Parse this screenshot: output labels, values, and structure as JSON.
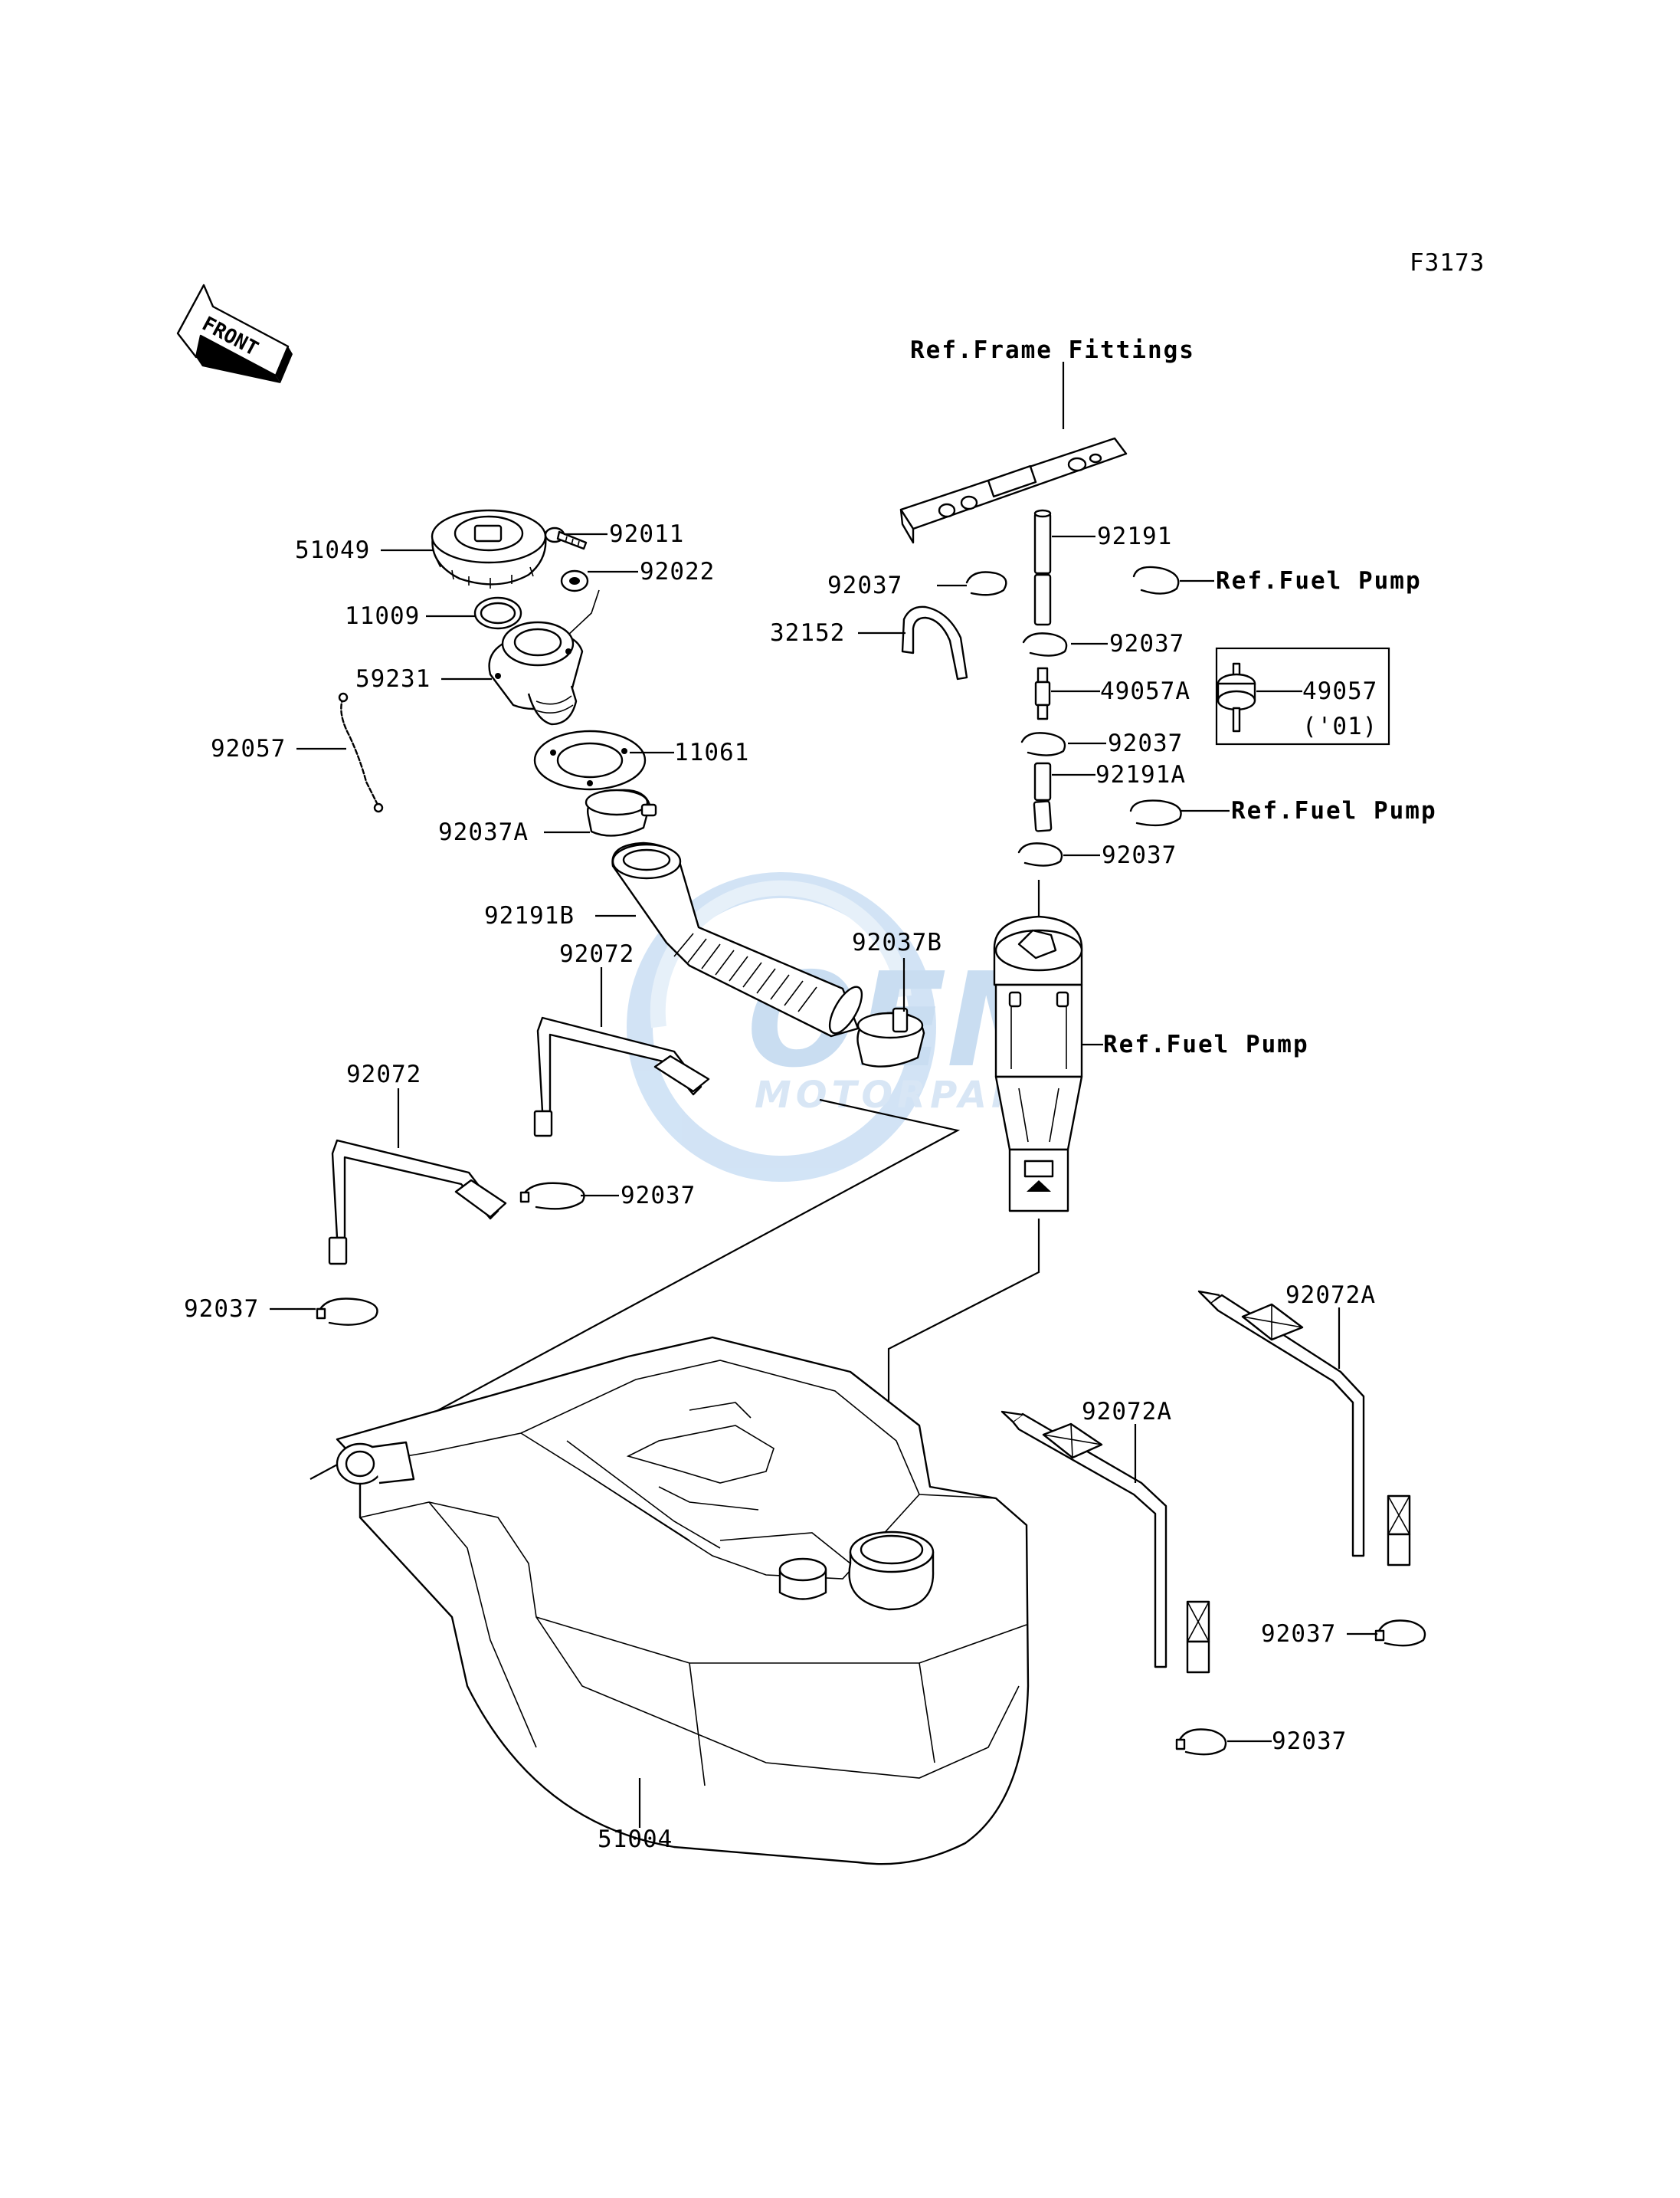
{
  "figure_code": "F3173",
  "front_arrow": {
    "label": "FRONT",
    "icon": "front-direction-arrow-icon"
  },
  "watermark": {
    "brand": "OEM",
    "sub": "MOTORPARTS",
    "color": "#6fa8dc"
  },
  "labels": {
    "ref_frame_fittings": "Ref.Frame Fittings",
    "ref_fuel_pump_1": "Ref.Fuel Pump",
    "ref_fuel_pump_2": "Ref.Fuel Pump",
    "ref_fuel_pump_3": "Ref.Fuel Pump",
    "p51049": "51049",
    "p92011": "92011",
    "p92022": "92022",
    "p11009": "11009",
    "p59231": "59231",
    "p92057": "92057",
    "p11061": "11061",
    "p92037A": "92037A",
    "p92191B": "92191B",
    "p92072_a": "92072",
    "p92072_b": "92072",
    "p92037B": "92037B",
    "p92037_strap": "92037",
    "p92037_left": "92037",
    "p92191": "92191",
    "p92037_top": "92037",
    "p32152": "32152",
    "p92037_hose1": "92037",
    "p49057A": "49057A",
    "p49057": "49057",
    "p49057_note": "('01)",
    "p92037_hose2": "92037",
    "p92191A": "92191A",
    "p92037_hose3": "92037",
    "p92072A_a": "92072A",
    "p92072A_b": "92072A",
    "p92037_right1": "92037",
    "p92037_right2": "92037",
    "p51004": "51004"
  }
}
